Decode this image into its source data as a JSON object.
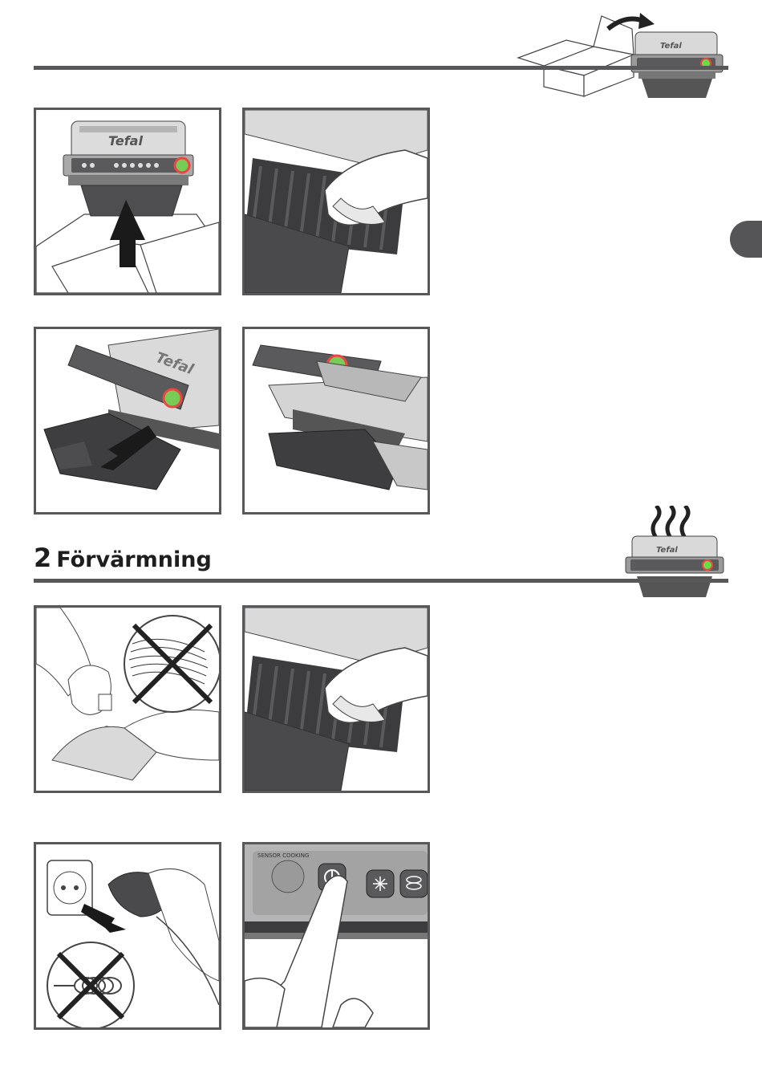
{
  "brand": {
    "logo_text": "Tefal"
  },
  "sections": [
    {
      "name": "unboxing",
      "icon": "box-unpack-icon",
      "panels": [
        {
          "icon": "grill-lift-from-box-icon"
        },
        {
          "icon": "wipe-plates-icon"
        },
        {
          "icon": "insert-drip-tray-icon"
        },
        {
          "icon": "grill-with-tray-icon"
        }
      ]
    },
    {
      "name": "preheating",
      "number": "2",
      "title": "Förvärmning",
      "icon": "hot-grill-icon",
      "panels": [
        {
          "icon": "oil-cloth-no-scourer-icon"
        },
        {
          "icon": "wipe-plates-icon"
        },
        {
          "icon": "plug-in-no-coiled-cord-icon"
        },
        {
          "icon": "press-power-button-icon",
          "label": "SENSOR COOKING"
        }
      ]
    }
  ],
  "colors": {
    "rule": "#58585a",
    "tab": "#555557",
    "heading": "#1e1e1e"
  }
}
